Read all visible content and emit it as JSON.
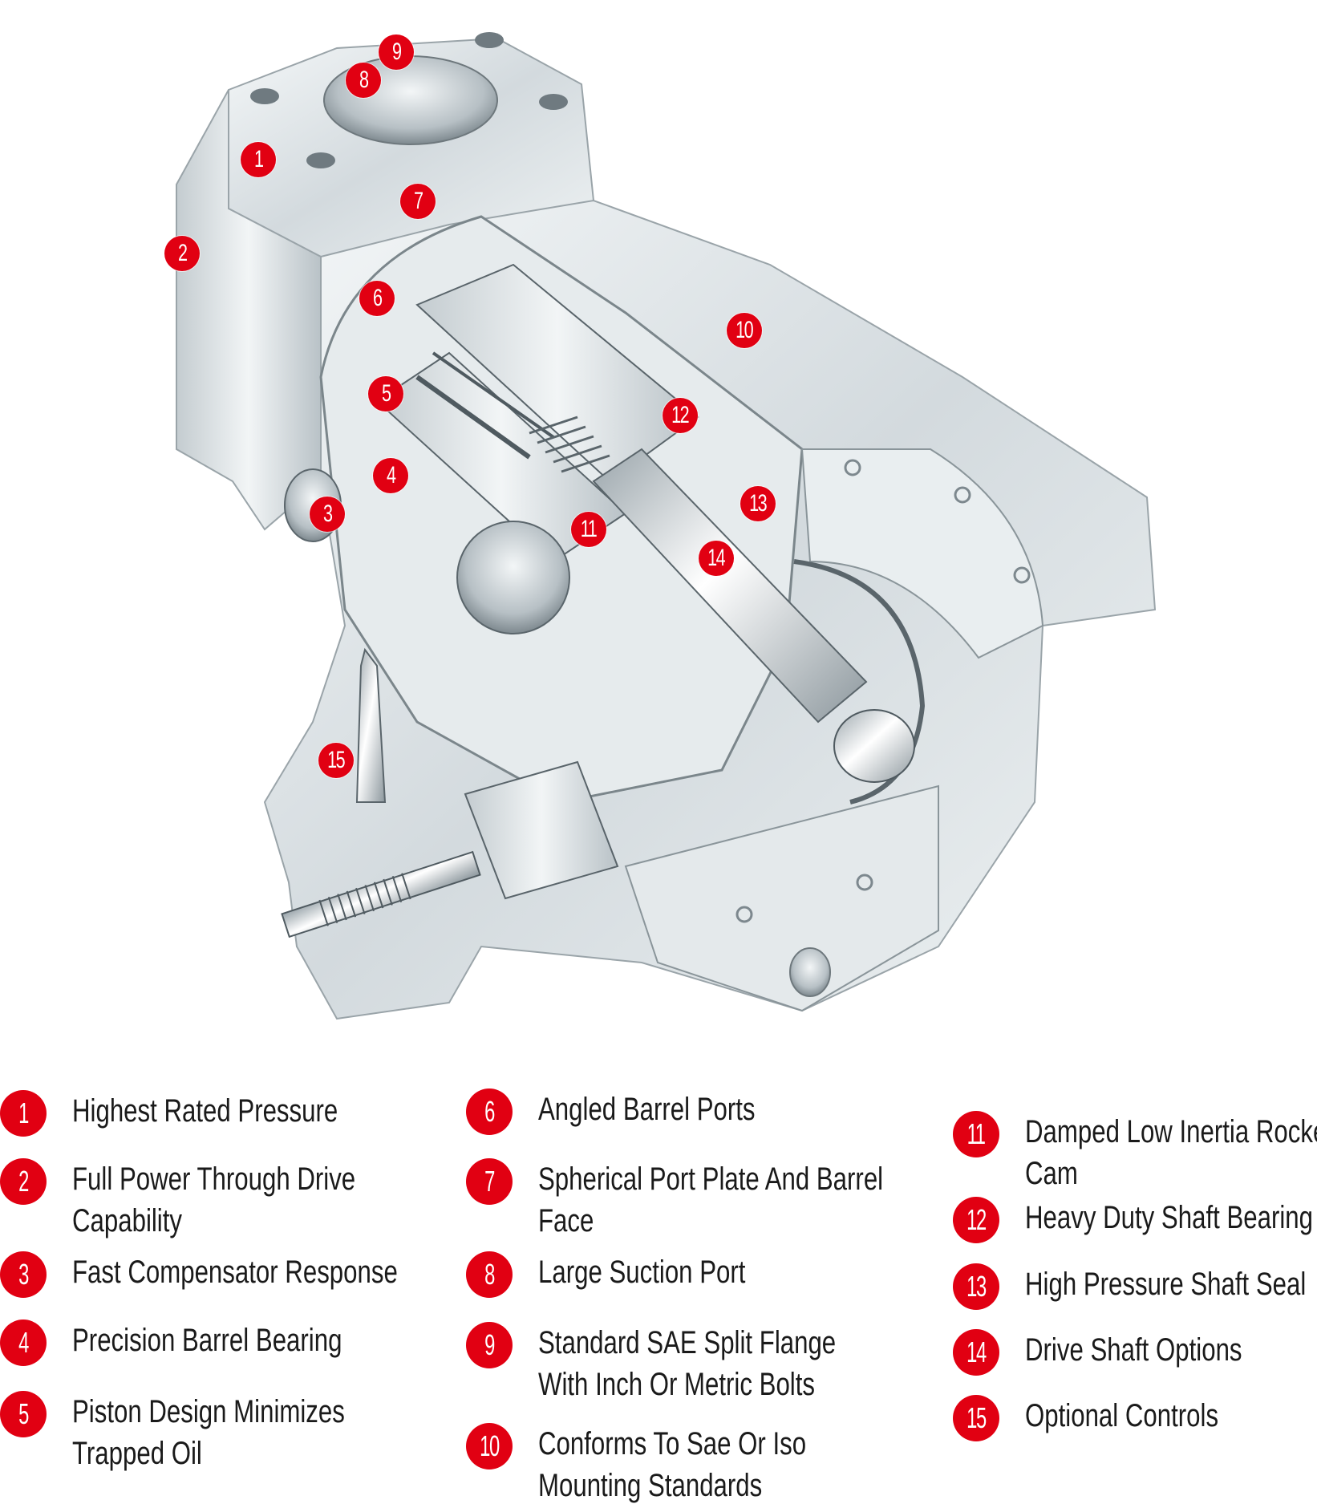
{
  "figure": {
    "subject": "Axial piston pump cutaway illustration",
    "accent_color": "#E10012",
    "callouts": [
      {
        "num": "1"
      },
      {
        "num": "2"
      },
      {
        "num": "3"
      },
      {
        "num": "4"
      },
      {
        "num": "5"
      },
      {
        "num": "6"
      },
      {
        "num": "7"
      },
      {
        "num": "8"
      },
      {
        "num": "9"
      },
      {
        "num": "10"
      },
      {
        "num": "11"
      },
      {
        "num": "12"
      },
      {
        "num": "13"
      },
      {
        "num": "14"
      },
      {
        "num": "15"
      }
    ]
  },
  "legend": {
    "items": [
      {
        "num": "1",
        "lines": [
          "Highest Rated Pressure"
        ]
      },
      {
        "num": "2",
        "lines": [
          "Full Power Through Drive",
          "Capability"
        ]
      },
      {
        "num": "3",
        "lines": [
          "Fast Compensator Response"
        ]
      },
      {
        "num": "4",
        "lines": [
          "Precision Barrel Bearing"
        ]
      },
      {
        "num": "5",
        "lines": [
          "Piston Design Minimizes",
          "Trapped Oil"
        ]
      },
      {
        "num": "6",
        "lines": [
          "Angled Barrel Ports"
        ]
      },
      {
        "num": "7",
        "lines": [
          "Spherical Port Plate And Barrel",
          "Face"
        ]
      },
      {
        "num": "8",
        "lines": [
          "Large Suction Port"
        ]
      },
      {
        "num": "9",
        "lines": [
          "Standard SAE Split Flange",
          "With Inch Or Metric Bolts"
        ]
      },
      {
        "num": "10",
        "lines": [
          "Conforms To Sae Or Iso",
          "Mounting Standards"
        ]
      },
      {
        "num": "11",
        "lines": [
          "Damped Low Inertia Rocker",
          "Cam"
        ]
      },
      {
        "num": "12",
        "lines": [
          "Heavy Duty Shaft Bearing"
        ]
      },
      {
        "num": "13",
        "lines": [
          "High Pressure Shaft Seal"
        ]
      },
      {
        "num": "14",
        "lines": [
          "Drive Shaft Options"
        ]
      },
      {
        "num": "15",
        "lines": [
          "Optional Controls"
        ]
      }
    ]
  }
}
